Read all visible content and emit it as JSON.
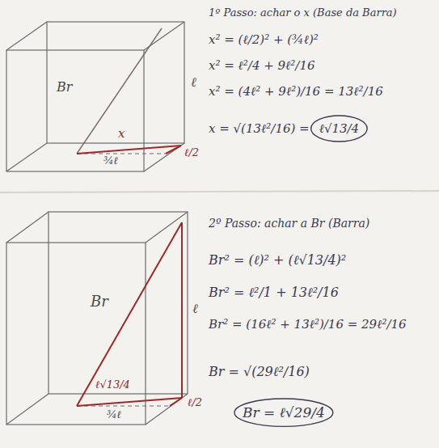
{
  "diagram": {
    "labels": [
      "Br",
      "ℓ",
      "x",
      "ℓ/2",
      "¾ℓ",
      "1º Passo: achar o x (Base da Barra)",
      "x² = (ℓ/2)² + (¾ℓ)²",
      "x² = ℓ²/4 + 9ℓ²/16",
      "x² = (4ℓ² + 9ℓ²)/16 = 13ℓ²/16",
      "x = √(13ℓ²/16) =",
      "ℓ√13/4",
      "Br",
      "ℓ",
      "ℓ√13/4",
      "ℓ/2",
      "¾ℓ",
      "2º Passo: achar a Br (Barra)",
      "Br² = (ℓ)² + (ℓ√13/4)²",
      "Br² = ℓ²/1 + 13ℓ²/16",
      "Br² = (16ℓ² + 13ℓ²)/16 = 29ℓ²/16",
      "Br = √(29ℓ²/16)",
      "Br = ℓ√29/4"
    ]
  }
}
